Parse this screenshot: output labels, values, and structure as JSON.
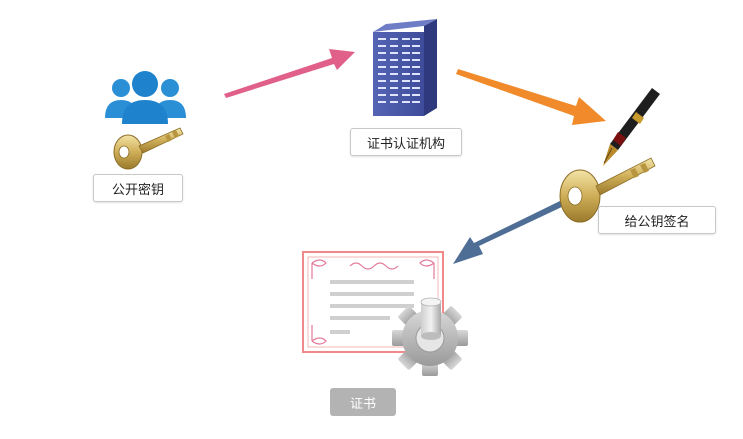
{
  "labels": {
    "public_key": "公开密钥",
    "ca": "证书认证机构",
    "sign": "给公钥签名",
    "certificate": "证书"
  },
  "icons": {
    "users": "users-group-icon",
    "key": "key-icon",
    "server": "server-building-icon",
    "pen": "fountain-pen-icon",
    "certificate": "certificate-document-icon",
    "gear": "gear-icon"
  },
  "colors": {
    "arrow_pink": "#e0608a",
    "arrow_orange": "#f08a2a",
    "arrow_blue": "#4f6e96",
    "users_blue": "#2b8fd6",
    "server_blue": "#3f4fa0",
    "key_gold": "#c9a94e",
    "cert_border": "#f08a8a",
    "cert_badge": "#a9a9a9"
  }
}
